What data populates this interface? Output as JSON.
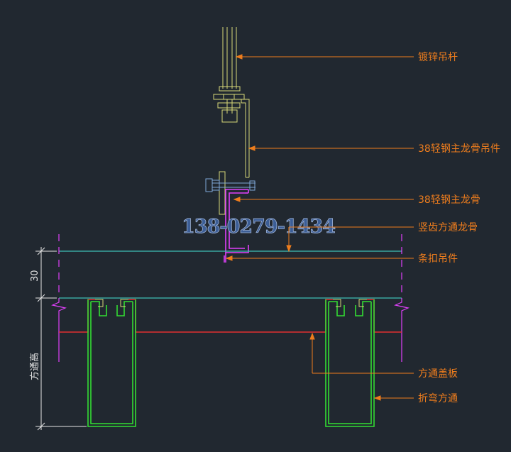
{
  "labels": {
    "hanger_rod": "镀锌吊杆",
    "main_keel_hanger": "38轻钢主龙骨吊件",
    "main_keel": "38轻钢主龙骨",
    "vertical_tooth_keel": "竖齿方通龙骨",
    "clip_hanger": "条扣吊件",
    "cover_plate": "方通盖板",
    "bent_tube": "折弯方通"
  },
  "dimensions": {
    "gap": "30",
    "tube_height": "方通高"
  },
  "watermark": "138-0279-1434",
  "colors": {
    "background": "#212830",
    "callout": "#ee7d1d",
    "hardware": "#d8d878",
    "keel": "#e040fb",
    "ceiling_line": "#3fbfb5",
    "cover_plate": "#e23030",
    "tube": "#33dd33",
    "dimension": "#e6e6e6",
    "bolt": "#7fa8d8"
  }
}
